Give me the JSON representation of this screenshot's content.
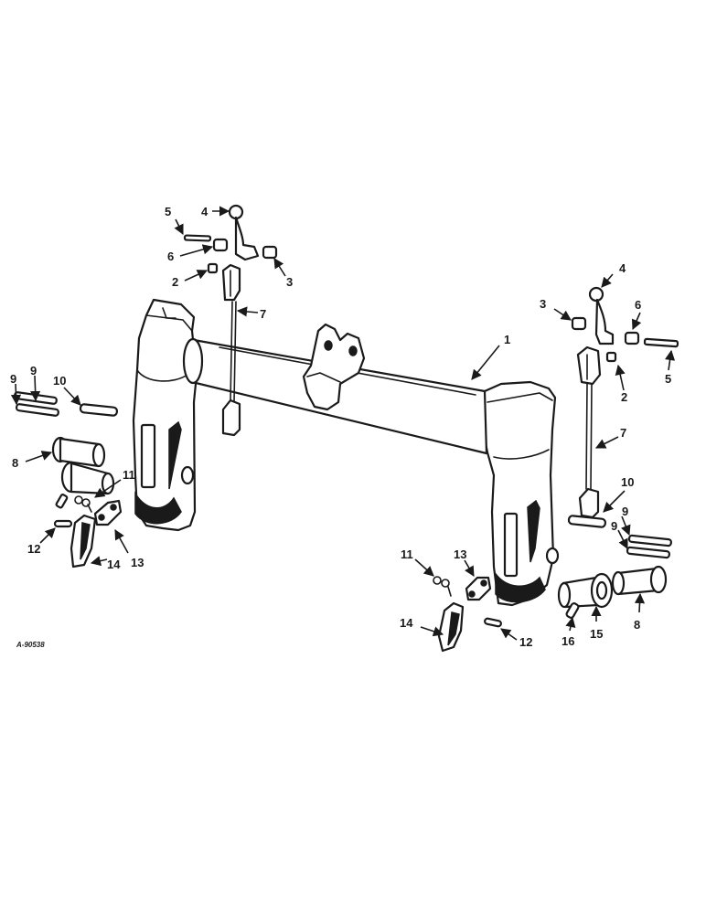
{
  "drawing_ref": "A-90538",
  "callouts": {
    "c1": "1",
    "c2a": "2",
    "c2b": "2",
    "c3a": "3",
    "c3b": "3",
    "c4a": "4",
    "c4b": "4",
    "c5a": "5",
    "c5b": "5",
    "c6a": "6",
    "c6b": "6",
    "c7a": "7",
    "c7b": "7",
    "c8a": "8",
    "c8b": "8",
    "c9a": "9",
    "c9b": "9",
    "c9c": "9",
    "c9d": "9",
    "c10a": "10",
    "c10b": "10",
    "c11a": "11",
    "c11b": "11",
    "c12a": "12",
    "c12b": "12",
    "c13a": "13",
    "c13b": "13",
    "c14a": "14",
    "c14b": "14",
    "c15": "15",
    "c16": "16"
  }
}
